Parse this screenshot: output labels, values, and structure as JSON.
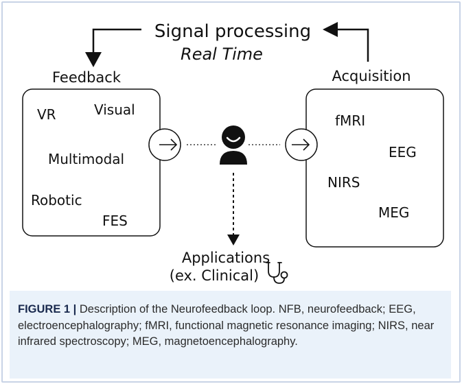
{
  "diagram": {
    "title": "Signal processing",
    "subtitle": "Real Time",
    "feedback": {
      "label": "Feedback",
      "items": [
        "VR",
        "Visual",
        "Multimodal",
        "Robotic",
        "FES"
      ]
    },
    "acquisition": {
      "label": "Acquisition",
      "items": [
        "fMRI",
        "EEG",
        "NIRS",
        "MEG"
      ]
    },
    "applications": {
      "line1": "Applications",
      "line2": "(ex. Clinical)"
    },
    "icons": [
      "arrow-left-icon",
      "arrow-down-icon",
      "arrow-in-circle-icon",
      "arrow-out-circle-icon",
      "person-icon",
      "stethoscope-icon"
    ]
  },
  "caption": {
    "label": "FIGURE 1 |",
    "text": " Description of the Neurofeedback loop. NFB, neurofeedback; EEG, electroencephalography; fMRI, functional magnetic resonance imaging; NIRS, near infrared spectroscopy; MEG, magnetoencephalography."
  },
  "colors": {
    "caption_bg": "#eaf2fa",
    "frame_border": "#c8d3e6",
    "caption_label": "#1a2a4e"
  }
}
